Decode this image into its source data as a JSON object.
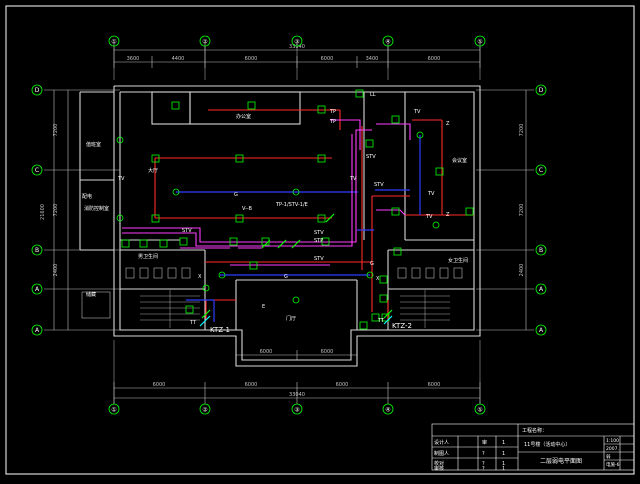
{
  "colors": {
    "background": "#000000",
    "frame": "#ffffff",
    "dimension": "#c0c0c0",
    "axis_bubble": "#00ff00",
    "wall": "#d8d8d8",
    "red_pipe": "#ff2a2a",
    "blue_pipe": "#2f3cff",
    "magenta_pipe": "#ff3cff",
    "device_green": "#00ff00",
    "label_white": "#ffffff",
    "title_cyan": "#00ffff"
  },
  "axes": {
    "top": [
      "①",
      "②",
      "③",
      "④",
      "⑤"
    ],
    "bottom": [
      "①",
      "②",
      "③",
      "④",
      "⑤"
    ],
    "left": [
      "D",
      "C",
      "B",
      "A",
      "A"
    ],
    "right": [
      "D",
      "C",
      "B",
      "A",
      "A"
    ]
  },
  "dimensions": {
    "top_total": "33040",
    "top_segments": [
      "3600",
      "4400",
      "6000",
      "6000",
      "3400",
      "6000"
    ],
    "bottom_total": "33040",
    "bottom_segments": [
      "6000",
      "6000",
      "6000",
      "6000"
    ],
    "bottom_inner": [
      "6000",
      "6000"
    ],
    "left_total": "21600",
    "left_segments": [
      "7200",
      "7200",
      "2400"
    ],
    "right_segments": [
      "7200",
      "7200",
      "2400"
    ]
  },
  "rooms": {
    "top_office": "办公室",
    "left_office": "值班室",
    "left_lobby": "大厅",
    "left_small": "配电",
    "left_equip": "消防控制室",
    "right_room": "会议室",
    "left_wc": "男卫生间",
    "right_wc": "女卫生间",
    "center_hall": "门厅",
    "left_store": "储藏"
  },
  "tags": {
    "tv": "TV",
    "stv": "STV",
    "stp": "STP",
    "g": "G",
    "z": "Z",
    "tp": "TP",
    "x": "X",
    "tt": "TT",
    "v": "V",
    "vb": "V--B",
    "pipe_note": "TP-1/STV-1/E",
    "riser1": "KTZ-1",
    "riser2": "KTZ-2",
    "e_tag": "E",
    "ll": "LL"
  },
  "title_block": {
    "project_label": "工程名称：",
    "project_name": "11号楼（活动中心）",
    "drawing_name": "二层弱电平面图",
    "rows": [
      [
        "设计人",
        "",
        "审",
        "1"
      ],
      [
        "制图人",
        "",
        "?",
        "1"
      ],
      [
        "校对",
        "",
        "?",
        "1"
      ],
      [
        "审核",
        "",
        "?",
        "1"
      ]
    ],
    "right_col": [
      "1:100",
      "2007.",
      "弱",
      "电施-6"
    ]
  }
}
